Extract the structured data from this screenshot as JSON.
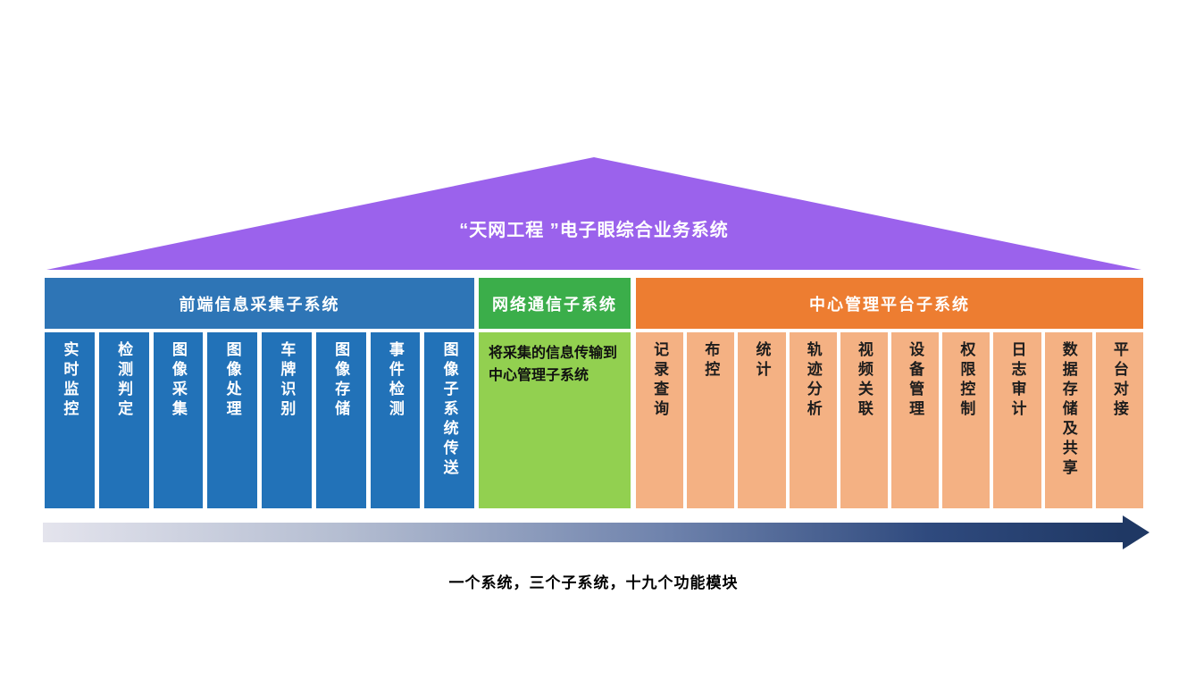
{
  "title": "“天网工程 ”电子眼综合业务系统",
  "colors": {
    "roof_purple": "#9B62EC",
    "frontend_header_blue": "#2E75B6",
    "frontend_column_blue": "#2272B8",
    "network_header_green": "#3BAE4A",
    "network_box_green": "#92D050",
    "center_header_orange": "#ED7D31",
    "center_column_orange": "#F4B183",
    "arrow_dark_navy": "#1F3864"
  },
  "sections": {
    "frontend": {
      "header": "前端信息采集子系统",
      "modules": [
        "实时监控",
        "检测判定",
        "图像采集",
        "图像处理",
        "车牌识别",
        "图像存储",
        "事件检测",
        "图像子系统传送"
      ]
    },
    "network": {
      "header": "网络通信子系统",
      "description": "将采集的信息传输到中心管理子系统"
    },
    "center": {
      "header": "中心管理平台子系统",
      "modules": [
        "记录查询",
        "布控",
        "统计",
        "轨迹分析",
        "视频关联",
        "设备管理",
        "权限控制",
        "日志审计",
        "数据存储及共享",
        "平台对接"
      ]
    }
  },
  "caption": "一个系统，三个子系统，十九个功能模块"
}
